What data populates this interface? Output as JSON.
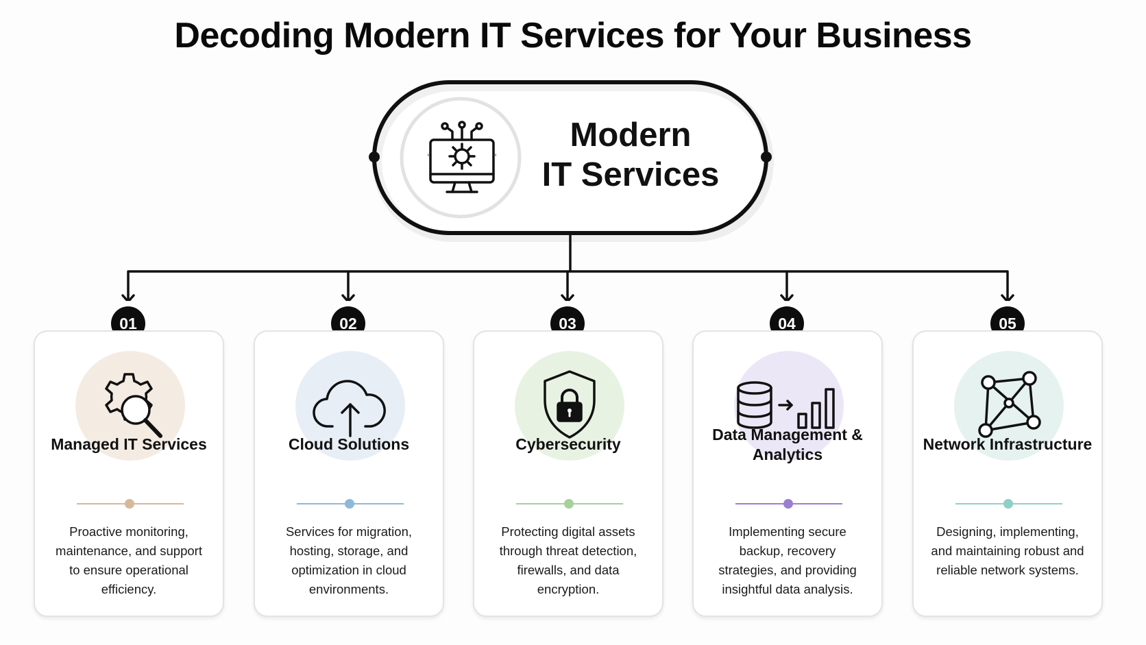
{
  "title": "Decoding Modern IT Services for Your Business",
  "hub": {
    "line1": "Modern",
    "line2": "IT Services",
    "icon": "computer-gear-icon"
  },
  "services": [
    {
      "number": "01",
      "title": "Managed IT Services",
      "description": "Proactive monitoring, maintenance, and support to ensure operational efficiency.",
      "icon": "gear-magnifier-icon",
      "accent": "#d8b898",
      "tint": "#f4ebe2"
    },
    {
      "number": "02",
      "title": "Cloud Solutions",
      "description": "Services for migration, hosting, storage, and optimization in cloud environments.",
      "icon": "cloud-upload-icon",
      "accent": "#8fb8d8",
      "tint": "#e7eef6"
    },
    {
      "number": "03",
      "title": "Cybersecurity",
      "description": "Protecting digital assets through threat detection, firewalls, and data encryption.",
      "icon": "shield-lock-icon",
      "accent": "#a6d19a",
      "tint": "#e8f2e2"
    },
    {
      "number": "04",
      "title": "Data Management & Analytics",
      "description": "Implementing secure backup, recovery strategies, and providing insightful data analysis.",
      "icon": "database-chart-icon",
      "accent": "#9b7fcf",
      "tint": "#ece7f6"
    },
    {
      "number": "05",
      "title": "Network Infrastructure",
      "description": "Designing, implementing, and maintaining robust and reliable network systems.",
      "icon": "network-nodes-icon",
      "accent": "#8fcfc6",
      "tint": "#e5f2ef"
    }
  ]
}
